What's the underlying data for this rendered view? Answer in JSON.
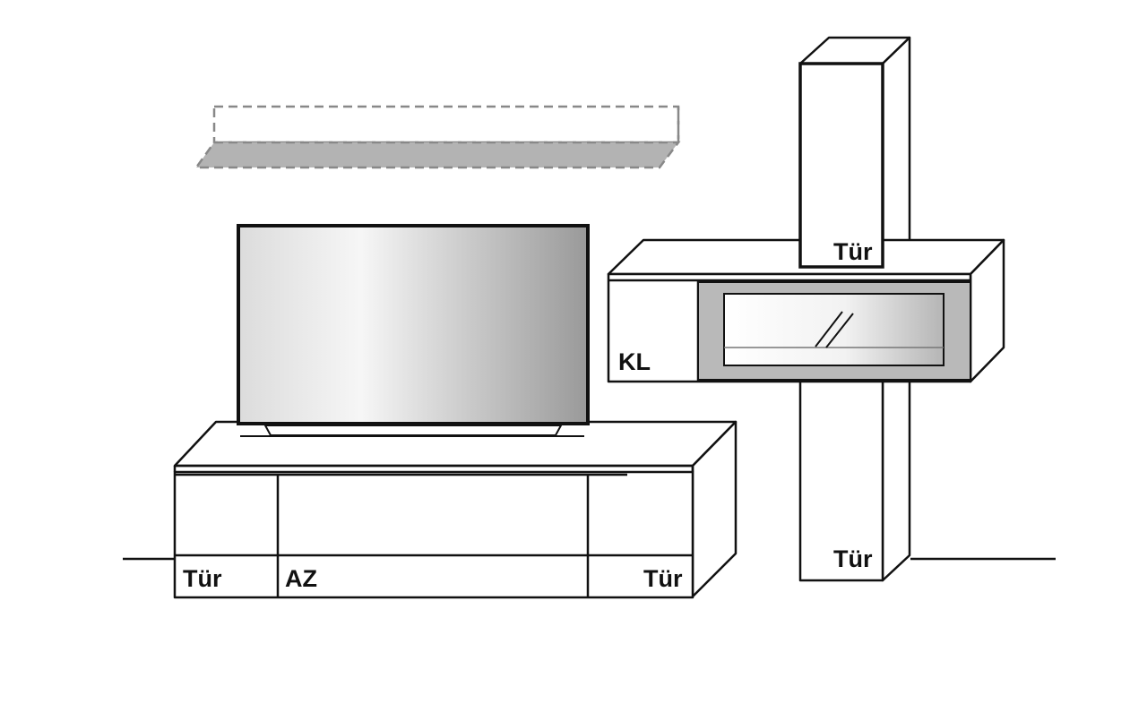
{
  "labels": {
    "lowboard_door_left": "Tür",
    "lowboard_drawer": "AZ",
    "lowboard_door_right": "Tür",
    "tall_cabinet_door_top": "Tür",
    "tall_cabinet_door_bottom": "Tür",
    "hanging_cabinet_flap": "KL"
  },
  "colors": {
    "line": "#111111",
    "shelf_fill": "#b3b3b3",
    "glass_frame": "#b9b9b9",
    "background": "#ffffff"
  }
}
